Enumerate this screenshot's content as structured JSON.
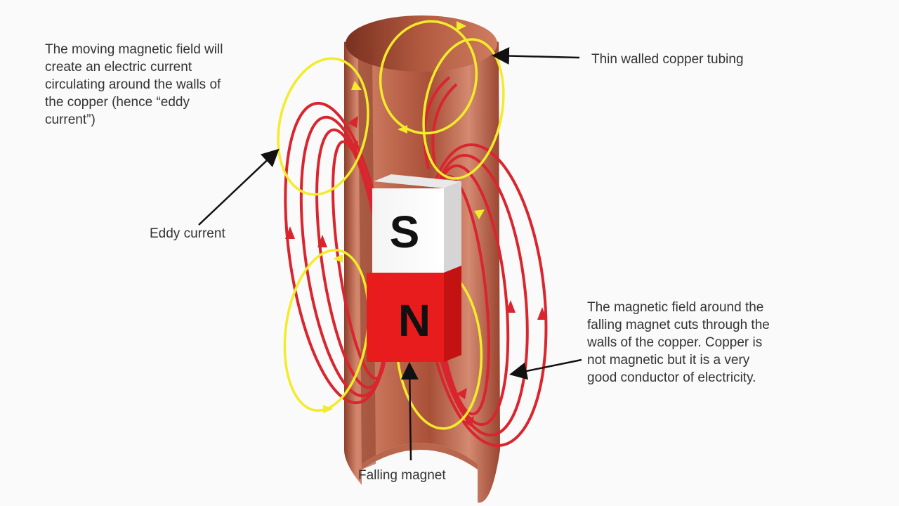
{
  "labels": {
    "eddy_explanation": "The moving magnetic field will\ncreate an electric current\ncirculating around the walls of\nthe copper (hence “eddy\ncurrent”)",
    "copper_tubing": "Thin walled copper tubing",
    "eddy_current": "Eddy current",
    "field_explanation": "The magnetic field around the\nfalling magnet cuts through the\nwalls of the copper. Copper is\nnot magnetic but it is a very\ngood conductor of electricity.",
    "falling_magnet": "Falling magnet"
  },
  "magnet": {
    "south_label": "S",
    "north_label": "N"
  },
  "colors": {
    "copper": "#c8735a",
    "copper_inner": "#a8513a",
    "field_lines": "#d9252e",
    "eddy_loops": "#f2ec2a",
    "magnet_north": "#e81c1c",
    "magnet_south": "#ffffff",
    "text": "#333333"
  }
}
